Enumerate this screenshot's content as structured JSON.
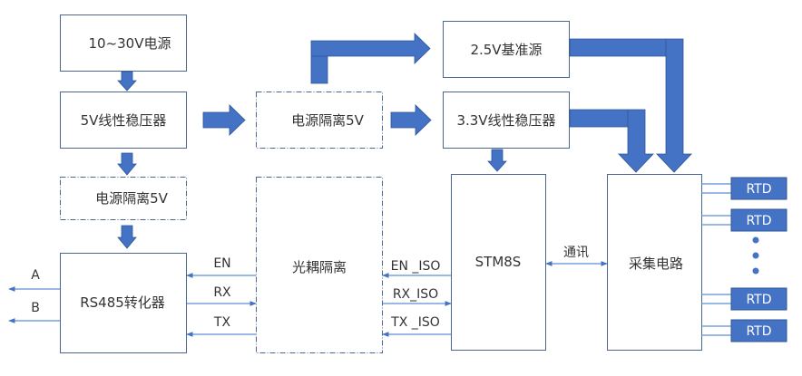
{
  "colors": {
    "box_border": "#4a6691",
    "arrow_fill": "#4472c4",
    "arrow_stroke": "#2f5597",
    "signal_line": "#5b8fd6",
    "rtd_fill": "#4472c4",
    "text": "#333333"
  },
  "blocks": {
    "power_input": "10~30V电源",
    "reg_5v": "5V线性稳压器",
    "iso_power_left": "电源隔离5V",
    "iso_power_mid": "电源隔离5V",
    "ref_2v5": "2.5V基准源",
    "reg_3v3": "3.3V线性稳压器",
    "rs485": "RS485转化器",
    "optocoupler": "光耦隔离",
    "mcu": "STM8S",
    "acquisition": "采集电路"
  },
  "signals": {
    "bus_a": "A",
    "bus_b": "B",
    "en": "EN",
    "rx": "RX",
    "tx": "TX",
    "en_iso": "EN _ISO",
    "rx_iso": "RX_ISO",
    "tx_iso": "TX _ISO",
    "comm": "通讯"
  },
  "sensors": [
    {
      "label": "RTD"
    },
    {
      "label": "RTD"
    },
    {
      "label": "RTD"
    },
    {
      "label": "RTD"
    }
  ]
}
